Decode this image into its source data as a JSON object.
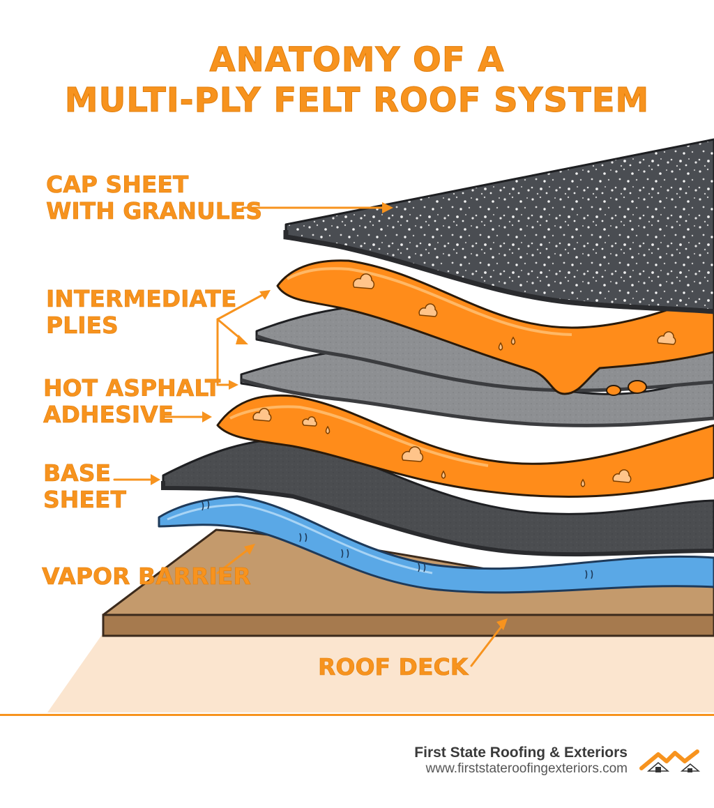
{
  "title": {
    "line1": "ANATOMY OF A",
    "line2": "MULTI-PLY FELT ROOF SYSTEM"
  },
  "labels": {
    "cap_sheet": "CAP SHEET\nWITH GRANULES",
    "intermediate_plies": "INTERMEDIATE\nPLIES",
    "hot_asphalt": "HOT ASPHALT\nADHESIVE",
    "base_sheet": "BASE\nSHEET",
    "vapor_barrier": "VAPOR BARRIER",
    "roof_deck": "ROOF DECK"
  },
  "footer": {
    "company": "First State Roofing & Exteriors",
    "url": "www.firststateroofingexteriors.com",
    "logo_icon": "house-roof-logo-icon"
  },
  "colors": {
    "accent": "#f7931e",
    "asphalt": "#ff8c1a",
    "cap_sheet": "#4a4d52",
    "felt": "#8a8c8f",
    "base_sheet": "#4b4d50",
    "vapor": "#5aa8e6",
    "deck": "#c4986a",
    "floor": "#fbe5cf"
  }
}
